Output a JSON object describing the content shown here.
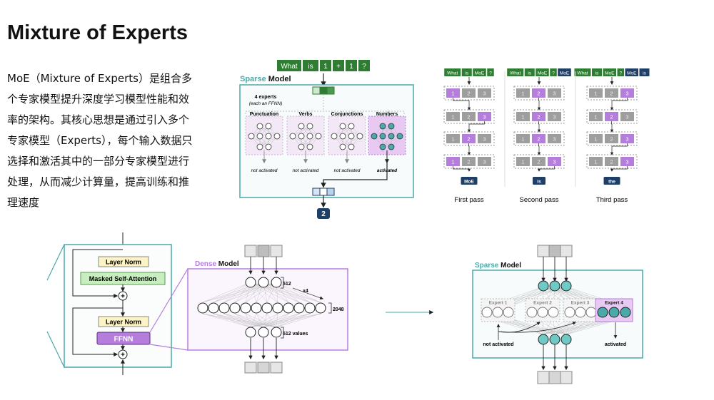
{
  "page": {
    "title": "Mixture of Experts",
    "description": "MoE（Mixture of Experts）是组合多个专家模型提升深度学习模型性能和效率的架构。其核心思想是通过引入多个专家模型（Experts），每个输入数据只选择和激活其中的一部分专家模型进行处理，从而减少计算量，提高训练和推理速度"
  },
  "sparse_top": {
    "prompt_tokens": [
      "What",
      "is",
      "1",
      "+",
      "1",
      "?"
    ],
    "title_colored": "Sparse",
    "title_rest": " Model",
    "experts_note_line1": "4 experts",
    "experts_note_line2": "(each an FFNN)",
    "experts": [
      "Punctuation",
      "Verbs",
      "Conjunctions",
      "Numbers"
    ],
    "status_inactive": "not activated",
    "status_active": "activated",
    "output_token": "2"
  },
  "passes": {
    "pass_labels": [
      "First pass",
      "Second pass",
      "Third pass"
    ],
    "pass_inputs": [
      [
        "What",
        "is",
        "MoE",
        "?"
      ],
      [
        "What",
        "is",
        "MoE",
        "?",
        "MoE"
      ],
      [
        "What",
        "is",
        "MoE",
        "?",
        "MoE",
        "is"
      ]
    ],
    "pass_outputs": [
      "MoE",
      "is",
      "the"
    ],
    "selected_experts": [
      [
        1,
        3,
        2,
        1
      ],
      [
        2,
        2,
        2,
        3
      ],
      [
        3,
        2,
        3,
        3
      ]
    ],
    "expert_numbers": [
      "1",
      "2",
      "3"
    ]
  },
  "decoder": {
    "layer_norm_1": "Layer Norm",
    "attention": "Masked Self-Attention",
    "layer_norm_2": "Layer Norm",
    "ffnn": "FFNN",
    "plus": "+"
  },
  "dense": {
    "title_colored": "Dense",
    "title_rest": " Model",
    "dim_in": "512",
    "multiplier": "x4",
    "dim_hidden": "2048",
    "dim_out": "512 values"
  },
  "sparse_bottom": {
    "title_colored": "Sparse",
    "title_rest": " Model",
    "experts": [
      "Expert 1",
      "Expert 2",
      "Expert 3",
      "Expert 4"
    ],
    "status_inactive": "not activated",
    "status_active": "activated"
  },
  "colors": {
    "green": "#2e7d32",
    "purple": "#b57edc",
    "teal": "#4aa9a9",
    "navy": "#1f3f66",
    "router_teal": "#6fc9c4"
  }
}
